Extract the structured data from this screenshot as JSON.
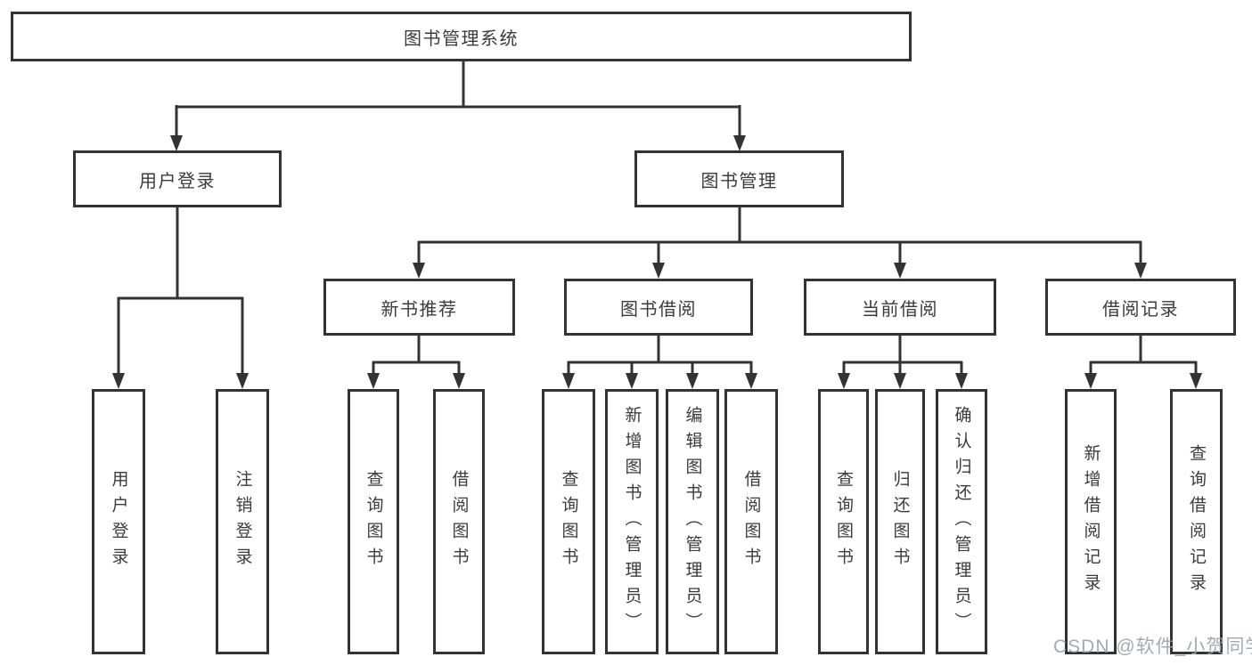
{
  "diagram": {
    "title": "图书管理系统",
    "branches": [
      {
        "label": "用户登录",
        "children": [
          {
            "label": "用户登录"
          },
          {
            "label": "注销登录"
          }
        ]
      },
      {
        "label": "图书管理",
        "sections": [
          {
            "label": "新书推荐",
            "children": [
              {
                "label": "查询图书"
              },
              {
                "label": "借阅图书"
              }
            ]
          },
          {
            "label": "图书借阅",
            "children": [
              {
                "label": "查询图书"
              },
              {
                "label": "新增图书（管理员）"
              },
              {
                "label": "编辑图书（管理员）"
              },
              {
                "label": "借阅图书"
              }
            ]
          },
          {
            "label": "当前借阅",
            "children": [
              {
                "label": "查询图书"
              },
              {
                "label": "归还图书"
              },
              {
                "label": "确认归还（管理员）"
              }
            ]
          },
          {
            "label": "借阅记录",
            "children": [
              {
                "label": "新增借阅记录"
              },
              {
                "label": "查询借阅记录"
              }
            ]
          }
        ]
      }
    ]
  },
  "watermark": "CSDN @软件_小贺同学",
  "colors": {
    "line": "#333333",
    "box_border": "#333333",
    "text": "#3b3b3b",
    "background": "#ffffff",
    "watermark": "#9aa0ab"
  }
}
